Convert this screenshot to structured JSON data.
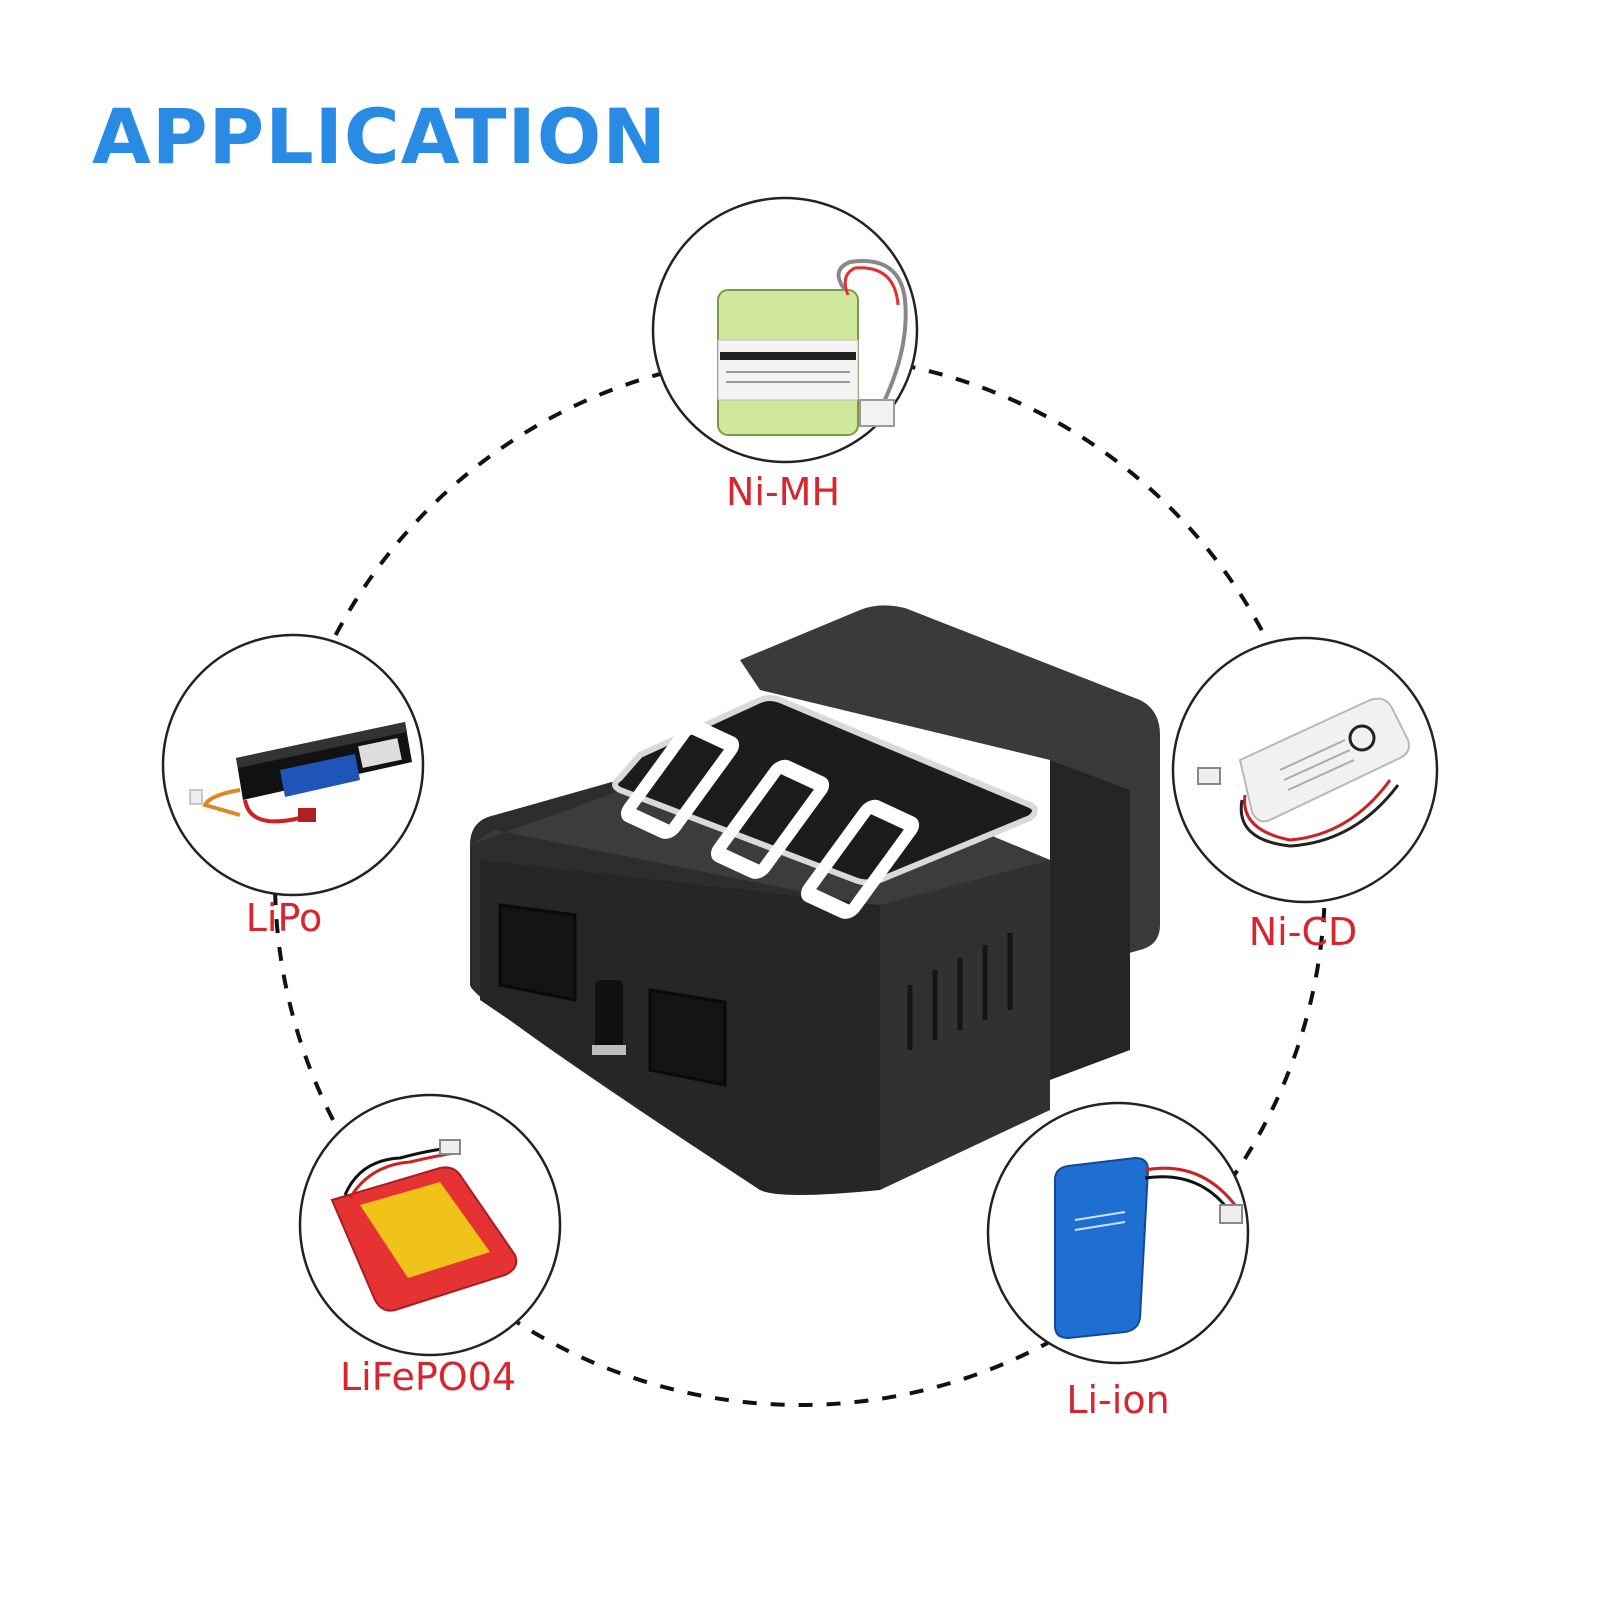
{
  "title": "APPLICATION",
  "display": {
    "digits": [
      "0",
      "0",
      "0"
    ]
  },
  "batteries": [
    {
      "label": "Ni-MH",
      "icon": "nimh-battery-pack-icon"
    },
    {
      "label": "LiPo",
      "icon": "lipo-battery-pack-icon"
    },
    {
      "label": "Ni-CD",
      "icon": "nicd-battery-pack-icon"
    },
    {
      "label": "LiFePO04",
      "icon": "lifepo4-battery-pack-icon"
    },
    {
      "label": "Li-ion",
      "icon": "li-ion-battery-pack-icon"
    }
  ],
  "colors": {
    "title": "#2a8be4",
    "label": "#d8262e",
    "device": "#2b2b2d",
    "segment": "#ffffff"
  }
}
